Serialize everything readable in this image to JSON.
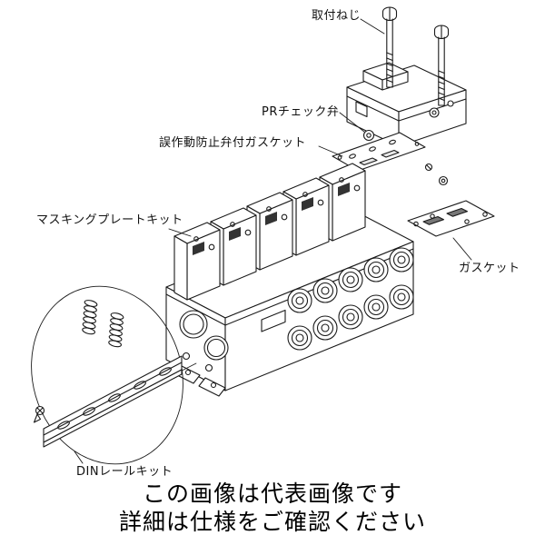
{
  "page": {
    "background": "#ffffff",
    "line_color": "#1a1a1a"
  },
  "diagram": {
    "labels": [
      {
        "name": "mounting-screws",
        "text": "取付ねじ"
      },
      {
        "name": "pr-check-valve",
        "text": "PRチェック弁"
      },
      {
        "name": "malfunction-prevention-gasket",
        "text": "誤作動防止弁付ガスケット"
      },
      {
        "name": "masking-plate-kit",
        "text": "マスキングプレートキット"
      },
      {
        "name": "gasket",
        "text": "ガスケット"
      },
      {
        "name": "din-rail-kit",
        "text": "DINレールキット"
      }
    ],
    "caption": {
      "line1": "この画像は代表画像です",
      "line2": "詳細は仕様をご確認ください"
    }
  }
}
